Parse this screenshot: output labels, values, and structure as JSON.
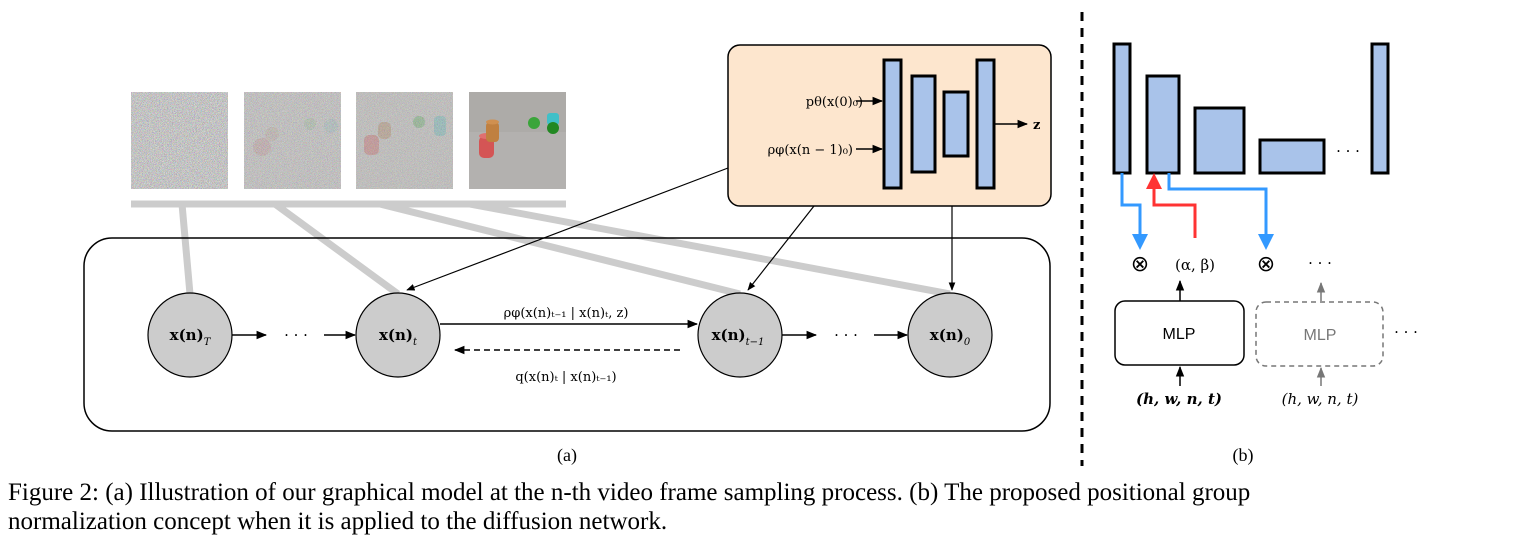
{
  "figure": {
    "number_label": "Figure 2:",
    "caption_line1": "(a) Illustration of our graphical model at the n-th video frame sampling process. (b) The proposed positional group",
    "caption_line2": "normalization concept when it is applied to the diffusion network.",
    "colors": {
      "node_fill": "#cccccc",
      "encoder_box_fill": "#fde6ce",
      "block_fill": "#a9c3ea",
      "connector_gray": "#cccccc",
      "blue_arrow": "#3399ff",
      "red_arrow": "#ff3333",
      "faded_gray": "#777777"
    }
  },
  "panel_a": {
    "label": "(a)",
    "frames": [
      {
        "name": "pure-noise-frame",
        "noise_level": 1.0
      },
      {
        "name": "high-noise-frame",
        "noise_level": 0.75
      },
      {
        "name": "mid-noise-frame",
        "noise_level": 0.55
      },
      {
        "name": "clean-frame",
        "noise_level": 0.0
      }
    ],
    "encoder": {
      "input1": "pθ(x(0)₀)",
      "input2": "ρφ(x(n − 1)₀)",
      "output": "z"
    },
    "nodes": [
      {
        "base": "x(n)",
        "sub": "T"
      },
      {
        "base": "x(n)",
        "sub": "t"
      },
      {
        "base": "x(n)",
        "sub": "t−1"
      },
      {
        "base": "x(n)",
        "sub": "0"
      }
    ],
    "ellipsis": "· · ·",
    "forward_label": "ρφ(x(n)ₜ₋₁ | x(n)ₜ, z)",
    "reverse_label": "q(x(n)ₜ | x(n)ₜ₋₁)"
  },
  "panel_b": {
    "label": "(b)",
    "ellipsis": "· · ·",
    "otimes": "⊗",
    "affine_params": "(α, β)",
    "mlp_label": "MLP",
    "mlp_faded_label": "MLP",
    "mlp_input": "(h, w, n, t)",
    "mlp_faded_input": "(h, w, n, t)"
  }
}
